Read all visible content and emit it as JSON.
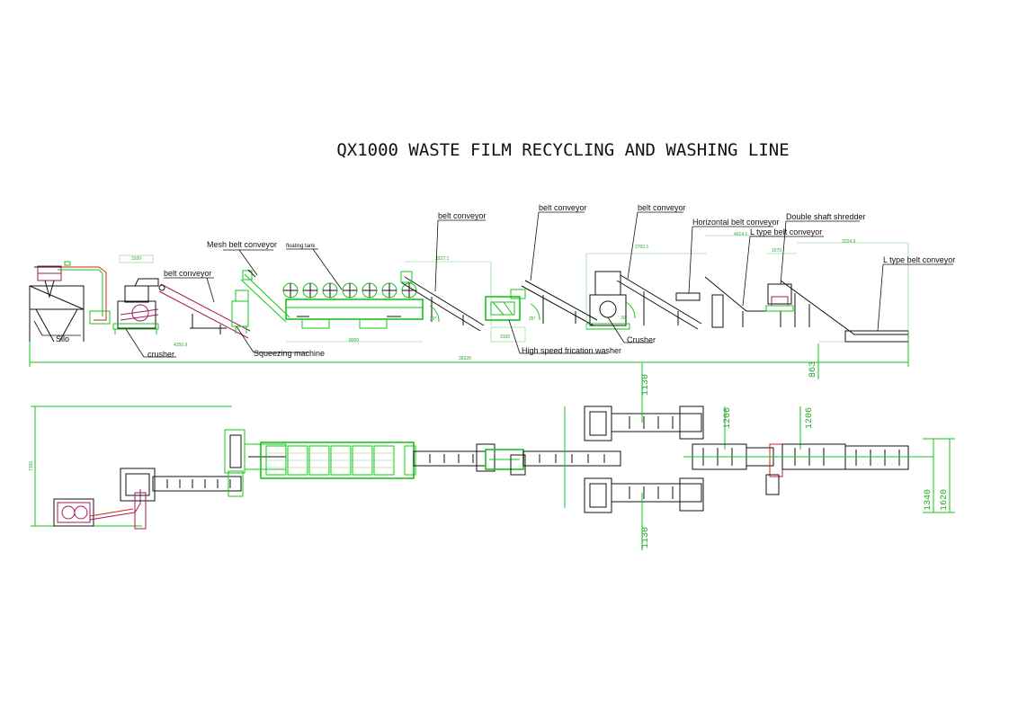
{
  "title": "QX1000 WASTE FILM RECYCLING AND WASHING LINE",
  "labels": {
    "silo": "Silo",
    "crusher_1": "crusher",
    "belt_conveyor_1": "belt conveyor",
    "mesh_belt_conveyor": "Mesh belt conveyor",
    "squeezing_machine": "Squeezing machine",
    "floating_tank": "floating tank",
    "belt_conveyor_2": "belt conveyor",
    "high_speed_friction_washer": "High speed frication washer",
    "belt_conveyor_3": "belt conveyor",
    "crusher_2": "Crusher",
    "belt_conveyor_4": "belt conveyor",
    "horizontal_belt_conveyor": "Horizontal belt conveyor",
    "l_type_belt_conveyor_1": "L type belt conveyor",
    "double_shaft_shredder": "Double shaft shredder",
    "l_type_belt_conveyor_2": "L type belt conveyor"
  },
  "dimensions": {
    "total_length": "36320",
    "floating_tank_length": "8000",
    "belt_1_length": "4250.9",
    "crusher_width": "3100",
    "conveyor_2_span": "3327.1",
    "conveyor_3_span": "3700.1",
    "l_conveyor_1_span": "4014.1",
    "l_conveyor_2_span": "3324.3",
    "shredder_width": "1570",
    "washer_base": "3100",
    "plan_height": "7150",
    "height_863": "863",
    "plan_1130_top": "1130",
    "plan_1130_bottom": "1130",
    "plan_1206_a": "1206",
    "plan_1206_b": "1206",
    "plan_1340": "1340",
    "plan_1620": "1620",
    "angle_1": "30°",
    "angle_2": "25°",
    "angle_3": "30°"
  }
}
